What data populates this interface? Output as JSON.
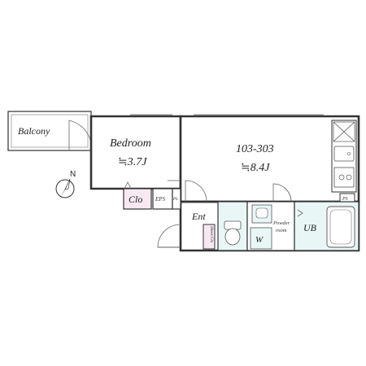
{
  "rooms": {
    "balcony": "Balcony",
    "bedroom": "Bedroom",
    "bedroom_size": "≒3.7J",
    "main_room": "103-303",
    "main_size": "≒8.4J",
    "closet": "Clo",
    "eps": "EPS",
    "ps_small": "PS",
    "ps_kitchen": "PS",
    "entrance": "Ent",
    "shoe_closet": "Shoes Clo",
    "washer": "W",
    "powder_room_1": "Powder",
    "powder_room_2": "room",
    "unit_bath": "UB"
  },
  "compass": {
    "north": "N"
  },
  "colors": {
    "wall": "#333333",
    "closet_fill": "#f7e9f2",
    "wet_fill": "#e8f6f6",
    "floor": "#ffffff"
  }
}
